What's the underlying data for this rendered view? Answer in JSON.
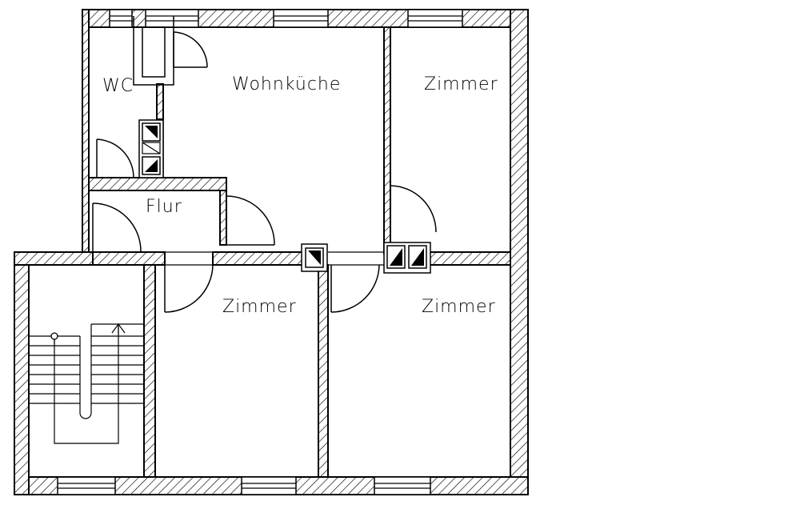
{
  "rooms": {
    "wc": "WC",
    "wohnkueche": "Wohnküche",
    "zimmer_ne": "Zimmer",
    "flur": "Flur",
    "zimmer_sw": "Zimmer",
    "zimmer_se": "Zimmer"
  }
}
